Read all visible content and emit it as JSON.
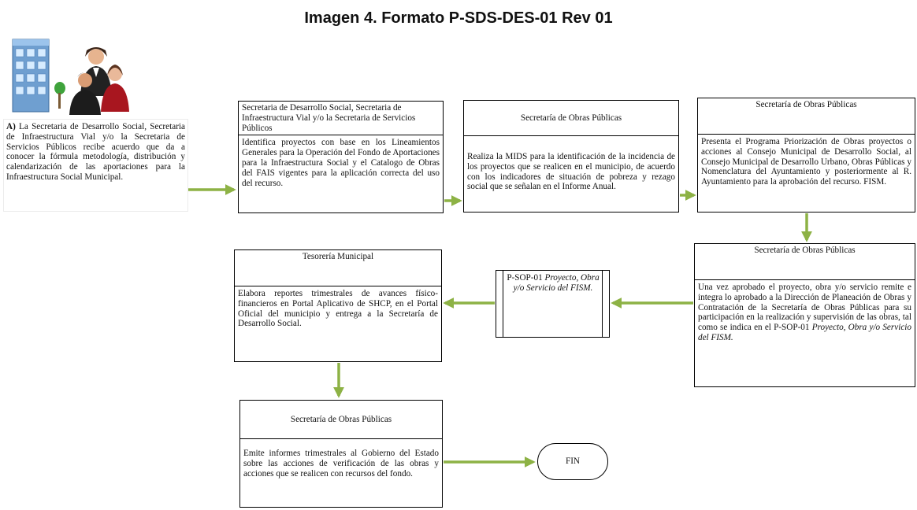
{
  "title": "Imagen 4. Formato P-SDS-DES-01 Rev 01",
  "step_a": {
    "label": "A)",
    "text": " La Secretaria de Desarrollo Social, Secretaria de Infraestructura Vial y/o la Secretaria de Servicios Públicos recibe acuerdo que da a conocer la fórmula metodología, distribución y calendarización de las aportaciones para la Infraestructura Social Municipal."
  },
  "box1": {
    "header": "Secretaria de Desarrollo Social, Secretaria de Infraestructura Vial y/o la Secretaria de Servicios Públicos",
    "text": "Identifica proyectos con base en los Lineamientos Generales para la Operación del Fondo de Aportaciones para la Infraestructura Social y el Catalogo de Obras del FAIS vigentes para la aplicación correcta del uso del recurso."
  },
  "box2": {
    "header": "Secretaría de Obras Públicas",
    "text": "Realiza la MIDS para la identificación de la incidencia de los proyectos que se realicen en el municipio, de acuerdo con los indicadores de situación de pobreza y rezago social que se señalan en el Informe Anual."
  },
  "box3": {
    "header": "Secretaría de Obras Públicas",
    "text": "Presenta el Programa Priorización de Obras proyectos o acciones al Consejo Municipal de Desarrollo Social, al Consejo Municipal de Desarrollo Urbano, Obras Públicas y Nomenclatura del Ayuntamiento y posteriormente al R. Ayuntamiento para la aprobación del recurso. FISM."
  },
  "box4": {
    "header": "Secretaría de Obras Públicas",
    "text_main": "Una vez aprobado el proyecto, obra y/o servicio remite e integra lo aprobado a la Dirección de Planeación de Obras y Contratación de la Secretaría de Obras Públicas para su participación en la realización y supervisión de las obras, tal como se indica en el P-SOP-01 ",
    "text_italic": "Proyecto, Obra y/o Servicio del FISM."
  },
  "doc_ref": {
    "code": "P-SOP-01 ",
    "italic": "Proyecto, Obra y/o Servicio del FISM."
  },
  "box5": {
    "header": "Tesorería Municipal",
    "text": "Elabora reportes trimestrales de avances físico-financieros en Portal Aplicativo de SHCP, en el Portal Oficial del municipio y entrega a la Secretaría de Desarrollo Social."
  },
  "box6": {
    "header": "Secretaría de Obras Públicas",
    "text": "Emite informes trimestrales al Gobierno del Estado sobre las acciones de verificación de las obras y acciones que se realicen con recursos del fondo."
  },
  "end": {
    "label": "FIN"
  },
  "colors": {
    "arrow": "#8db245",
    "border": "#000000"
  }
}
